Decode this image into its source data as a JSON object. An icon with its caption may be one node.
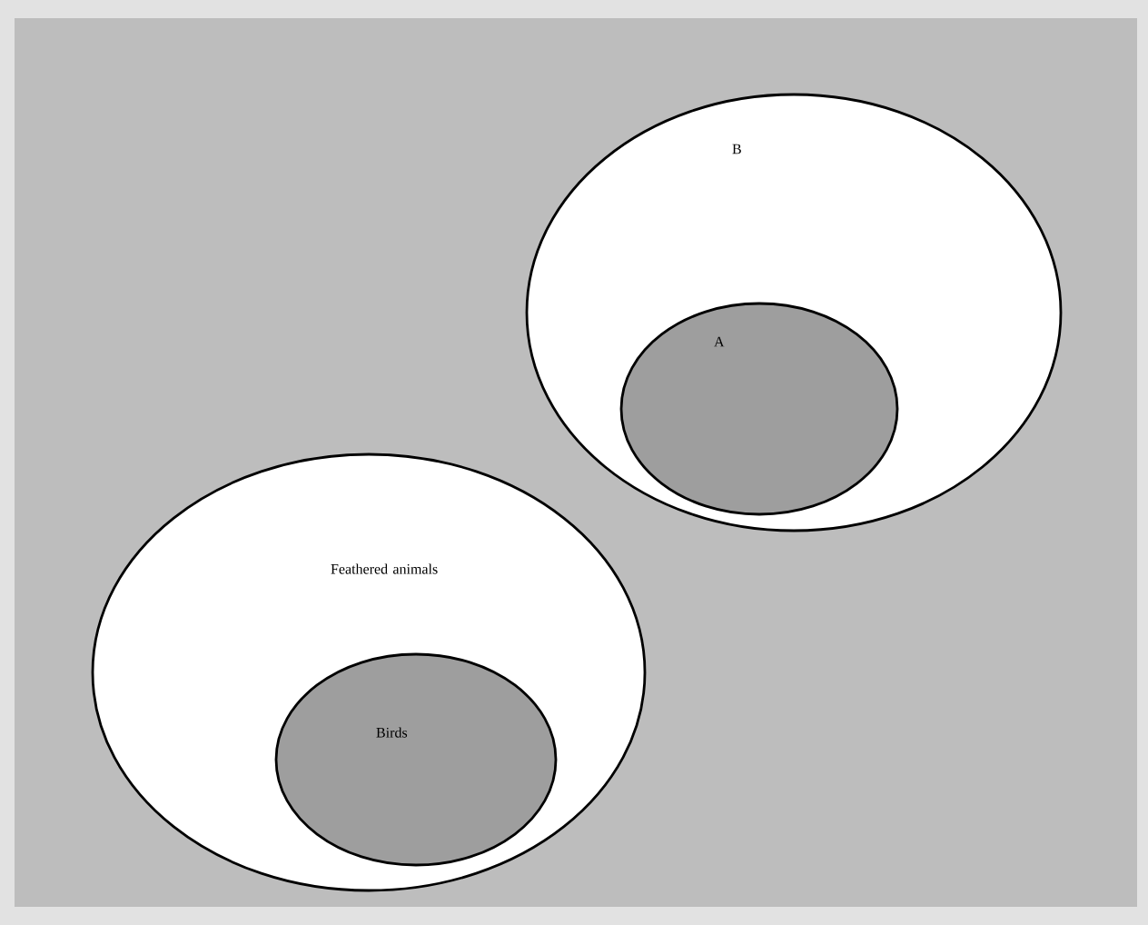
{
  "diagram": {
    "nodes": [
      {
        "text": [
          "B"
        ]
      },
      {
        "text": [
          "A"
        ],
        "in": 0
      },
      {
        "text": [
          "Feathered animals"
        ]
      },
      {
        "text": [
          "Birds"
        ],
        "in": 2
      }
    ]
  }
}
